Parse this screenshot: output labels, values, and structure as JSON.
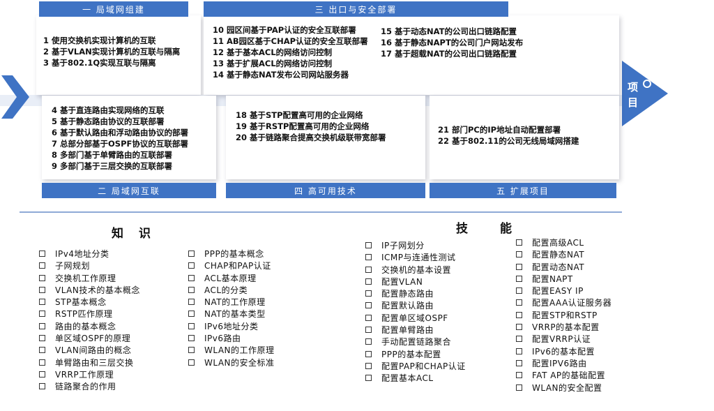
{
  "sections": {
    "s1": {
      "title": "一 局域网组建",
      "items": [
        "1 使用交换机实现计算机的互联",
        "2 基于VLAN实现计算机的互联与隔离",
        "3 基于802.1Q实现互联与隔离"
      ]
    },
    "s2": {
      "title": "二 局域网互联",
      "items": [
        "4 基于直连路由实现网络的互联",
        "5 基于静态路由协议的互联部署",
        "6 基于默认路由和浮动路由协议的部署",
        "7 总部分部基于OSPF协议的互联部署",
        "8 多部门基于单臂路由的互联部署",
        "9 多部门基于三层交换的互联部署"
      ]
    },
    "s3": {
      "title": "三 出口与安全部署",
      "items_left": [
        "10 园区间基于PAP认证的安全互联部署",
        "11 AB园区基于CHAP认证的安全互联部署",
        "12 基于基本ACL的网络访问控制",
        "13 基于扩展ACL的网络访问控制",
        "14 基于静态NAT发布公司网站服务器"
      ],
      "items_right": [
        "15 基于动态NAT的公司出口链路配置",
        "16 基于静态NAPT的公司门户网站发布",
        "17 基于超载NAT的公司出口链路配置"
      ]
    },
    "s4": {
      "title": "四 高可用技术",
      "items": [
        "18 基于STP配置高可用的企业网络",
        "19 基于RSTP配置高可用的企业网络",
        "20 基于链路聚合提高交换机级联带宽部署"
      ]
    },
    "s5": {
      "title": "五 扩展项目",
      "items": [
        "21 部门PC的IP地址自动配置部署",
        "22 基于802.11的公司无线局域网搭建"
      ]
    }
  },
  "arrow_label": "项目",
  "knowledge": {
    "title": "知识",
    "col1": [
      "IPv4地址分类",
      "子网规划",
      "交换机工作原理",
      "VLAN技术的基本概念",
      "STP基本概念",
      "RSTP匹作原理",
      "路由的基本概念",
      "单区域OSPF的原理",
      "VLAN间路由的概念",
      "单臂路由和三层交换",
      "VRRP工作原理",
      "链路聚合的作用"
    ],
    "col2": [
      "PPP的基本概念",
      "CHAP和PAP认证",
      "ACL基本原理",
      "ACL的分类",
      "NAT的工作原理",
      "NAT的基本类型",
      "IPv6地址分类",
      "IPv6路由",
      "WLAN的工作原理",
      "WLAN的安全标准"
    ]
  },
  "skills": {
    "title": "技能",
    "col1": [
      "IP子网划分",
      "ICMP与连通性测试",
      "交换机的基本设置",
      "配置VLAN",
      "配置静态路由",
      "配置默认路由",
      "配置单区域OSPF",
      "配置单臂路由",
      "手动配置链路聚合",
      "PPP的基本配置",
      "配置PAP和CHAP认证",
      "配置基本ACL"
    ],
    "col2": [
      "配置高级ACL",
      "配置静态NAT",
      "配置动态NAT",
      "配置NAPT",
      "配置EASY IP",
      "配置AAA认证服务器",
      "配置STP和RSTP",
      "VRRP的基本配置",
      "配置VRRP认证",
      "IPv6的基本配置",
      "配置IPV6路由",
      "FAT AP的基础配置",
      "WLAN的安全配置"
    ]
  },
  "colors": {
    "accent": "#3f73c4",
    "band": "#e9eef7"
  }
}
